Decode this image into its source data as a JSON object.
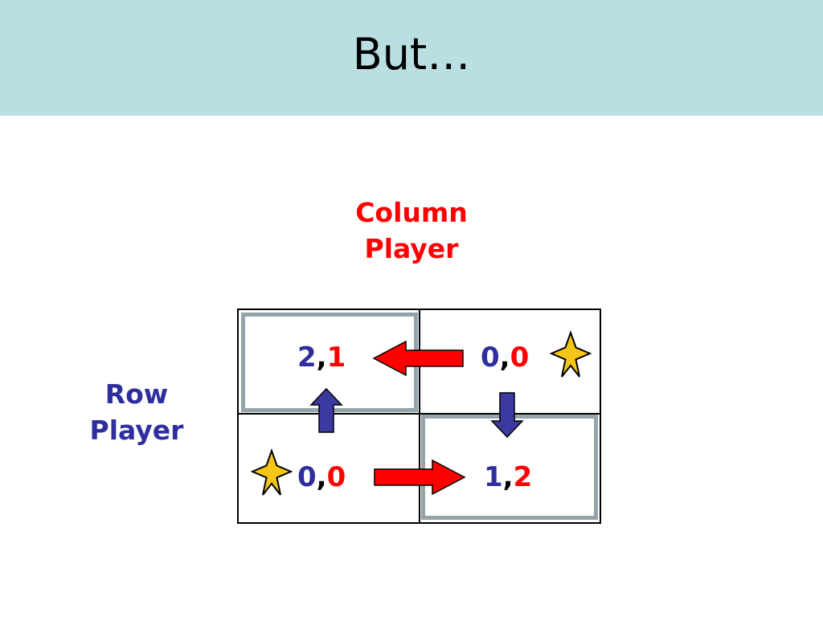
{
  "slide": {
    "title": "But…",
    "column_label": [
      "Column",
      "Player"
    ],
    "row_label": [
      "Row",
      "Player"
    ]
  },
  "matrix": {
    "cells": [
      {
        "position": "top-left",
        "row_payoff": "2",
        "col_payoff": "1",
        "star": false,
        "highlighted": true
      },
      {
        "position": "top-right",
        "row_payoff": "0",
        "col_payoff": "0",
        "star": true,
        "highlighted": false
      },
      {
        "position": "bottom-left",
        "row_payoff": "0",
        "col_payoff": "0",
        "star": true,
        "highlighted": false
      },
      {
        "position": "bottom-right",
        "row_payoff": "1",
        "col_payoff": "2",
        "star": false,
        "highlighted": true
      }
    ],
    "arrows": [
      {
        "from": "top-right",
        "to": "top-left",
        "color": "#ff0000"
      },
      {
        "from": "top-right",
        "to": "bottom-right",
        "color": "#3a3aa0"
      },
      {
        "from": "bottom-left",
        "to": "bottom-right",
        "color": "#ff0000"
      },
      {
        "from": "bottom-left",
        "to": "top-left",
        "color": "#3a3aa0"
      }
    ]
  },
  "colors": {
    "header_bg": "#b9dfe2",
    "row_player": "#2e2e9e",
    "column_player": "#ff0000",
    "star_fill": "#f5c518",
    "highlight_border": "#95a3aa"
  }
}
